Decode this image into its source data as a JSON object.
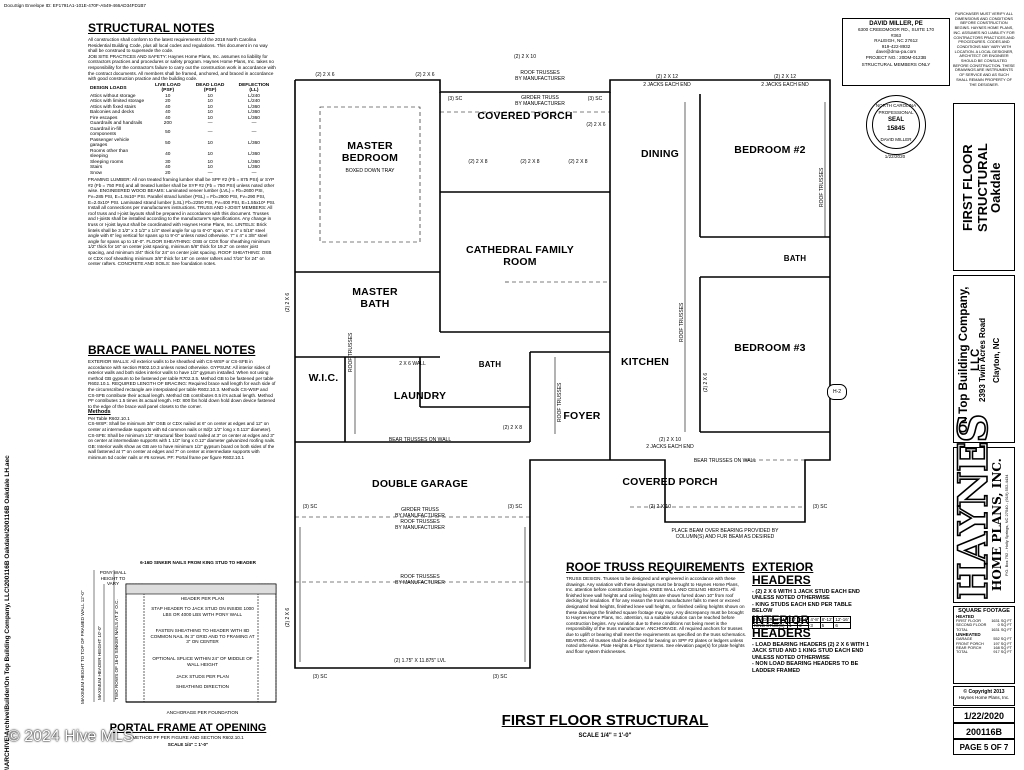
{
  "envelope_id": "DocuSign Envelope ID: EF1791A1-101E-470F-A549-466AD34FD1B7",
  "side_path": "\\\\ARCHIVE\\Archive\\Builder\\On Top Building Company, LLC\\200116B Oakdale\\200116B Oakdale LH.aec",
  "structural_notes": {
    "title": "STRUCTURAL NOTES",
    "intro": "All construction shall conform to the latest requirements of the 2018 North Carolina Residential Building Code, plus all local codes and regulations. This document in no way shall be construed to supersede the code.",
    "job_site": "JOB SITE PRACTICES AND SAFETY: Haynes Home Plans, Inc. assumes no liability for contractors practices and procedures or safety program. Haynes Home Plans, Inc. takes no responsibility for the contractor's failure to carry out the construction work in accordance with the contract documents. All members shall be framed, anchored, and braced in accordance with good construction practice and the building code.",
    "loads_caption": "DESIGN LOADS",
    "loads_headers": [
      "",
      "LIVE LOAD (PSF)",
      "DEAD LOAD (PSF)",
      "DEFLECTION (LL)"
    ],
    "loads_rows": [
      [
        "Attics without storage",
        "10",
        "10",
        "L/240"
      ],
      [
        "Attics with limited storage",
        "20",
        "10",
        "L/240"
      ],
      [
        "Attics with fixed stairs",
        "40",
        "10",
        "L/360"
      ],
      [
        "Balconies and decks",
        "40",
        "10",
        "L/360"
      ],
      [
        "Fire escapes",
        "40",
        "10",
        "L/360"
      ],
      [
        "Guardrails and handrails",
        "200",
        "—",
        "—"
      ],
      [
        "Guardrail in-fill components",
        "50",
        "—",
        "—"
      ],
      [
        "Passenger vehicle garages",
        "50",
        "10",
        "L/360"
      ],
      [
        "Rooms other than sleeping",
        "40",
        "10",
        "L/360"
      ],
      [
        "Sleeping rooms",
        "30",
        "10",
        "L/360"
      ],
      [
        "Stairs",
        "40",
        "10",
        "L/360"
      ],
      [
        "Snow",
        "20",
        "—",
        "—"
      ]
    ],
    "body": "FRAMING LUMBER: All non treated framing lumber shall be SPF #2 (Fb = 875 PSI) or SYP #2 (Fb = 750 PSI) and all treated lumber shall be SYP #2 (Fb = 750 PSI) unless noted other wise. ENGINEERED WOOD BEAMS: Laminated veneer lumber (LVL) = Fb=2600 PSI, Fv=285 PSI, E=1.9x10⁶ PSI. Parallel strand lumber (PSL) = Fb=2900 PSI, Fv=290 PSI, E=2.0x10⁶ PSI. Laminated strand lumber (LSL) Fb=2250 PSI, Fv=400 PSI, E=1.55x10⁶ PSI. Install all connections per manufacturers instructions. TRUSS AND I-JOIST MEMBERS: All roof truss and I-joist layouts shall be prepared in accordance with this document. Trusses and I-joists shall be installed according to the manufacturer's specifications. Any change in truss or I-joist layout shall be coordinated with Haynes Home Plans, Inc. LINTELS: Brick lintels shall be 3 1/2\" x 3 1/2\" x 1/4\" steel angle for up to 6'-0\" span. 6\" x 4\" x 5/16\" steel angle with 6\" leg vertical for spans up to 9'-0\" unless noted otherwise. 7\" x 4\" x 3/8\" steel angle for spans up to 16'-0\". FLOOR SHEATHING: OSB or CDX floor sheathing minimum 1/2\" thick for 16\" on center joist spacing, minimum 5/8\" thick for 19.2\" on center joist spacing, and minimum 3/4\" thick for 24\" on center joist spacing. ROOF SHEATHING: OSB or CDX roof sheathing minimum 3/8\" thick for 16\" on center rafters and 7/16\" for 24\" on center rafters. CONCRETE AND SOILS: See foundation notes."
  },
  "brace_wall": {
    "title": "BRACE WALL PANEL NOTES",
    "body": "EXTERIOR WALLS: All exterior walls to be sheathed with CS-WSP or CS-SFB in accordance with section R602.10.3 unless noted otherwise. GYPSUM: All interior sides of exterior walls and both sides interior walls to have 1/2\" gypsum installed. When not using method GB gypsum to be fastened per table R702.3.5. Method GB to be fastened per table R602.10.1. REQUIRED LENGTH OF BRACING: Required brace wall length for each side of the circumscribed rectangle are interpolated per table R602.10.3. Methods CS-WSP and CS-SFB contribute their actual length. Method GB contributes 0.5 it's actual length. Method PF contributes 1.5 times its actual length. HD: 800 lbs hold down hold down device fastened to the edge of the brace wall panel closets to the corner.",
    "methods_title": "Methods",
    "methods_ref": "Per Table R602.10.1",
    "methods": "CS-WSP: Shall be minimum 3/8\" OSB or CDX nailed at 6\" on center at edges and 12\" on center at intermediate supports with 6d common nails or 8d(2 1/2\" long x 0.113\" diameter). CS-SFB: Shall be minimum 1/2\" structural fiber board nailed at 3\" on center at edges and 3\" on center at intermediate supports with 1 1/2\" long x 0.12\" diameter galvanized roofing nails. GB: Interior walls show as GB are to have minimum 1/2\" gypsum board on both sides of the wall fastened at 7\" on center at edges and 7\" on center at intermediate supports with minimum 5d cooler nails or #6 screws. PF: Portal frame per figure R602.10.1"
  },
  "portal_frame": {
    "title": "PORTAL FRAME AT OPENING",
    "sub": "METHOD PF PER FIGURE AND SECTION R602.10.1",
    "scale": "SCALE 1/4\" = 1'-0\"",
    "top_label": "6-16D SINKER NAILS FROM KING STUD TO HEADER",
    "pony": "PONY WALL HEIGHT TO VARY",
    "labels": [
      "HEADER PER PLAN",
      "STAP HEADER TO JACK STUD ON INSIDE 1000 LBS OR 4000 LBS WITH PONY WALL",
      "FASTEN SHEATHING TO HEADER WITH 8D COMMON NAIL IN 3\" GRID AND TO FRAMING AT 3\" ON CENTER",
      "OPTIONAL SPLICE WITHIN 24\" OF MIDDLE OF WALL HEIGHT",
      "JACK STUDS PER PLAN",
      "SHEATHING DIRECTION",
      "ANCHORAGE PER FOUNDATION"
    ],
    "left_v1": "MAXIMUM HEIGHT TO TOP OF FRAMED WALL 12'-0\"",
    "left_v2": "MAXIMUM HEADER HEIGHT 10'-0\"",
    "left_v3": "TWO ROWS OF 16-D SINKER NAILS AT 3\" O.C."
  },
  "plan": {
    "rooms": [
      "COVERED PORCH",
      "MASTER BEDROOM",
      "DINING",
      "BEDROOM #2",
      "CATHEDRAL FAMILY ROOM",
      "MASTER BATH",
      "BATH",
      "BEDROOM #3",
      "W.I.C.",
      "BATH",
      "LAUNDRY",
      "KITCHEN",
      "FOYER",
      "DOUBLE GARAGE",
      "COVERED PORCH"
    ],
    "boxed_tray": "BOXED DOWN TRAY",
    "headers": {
      "h1": "(2) 2 X 6",
      "h2": "(2) 2 X 6",
      "h3": "(2) 2 X 10",
      "h4": "(2) 2 X 12",
      "h4b": "2 JACKS EACH END",
      "h5": "(2) 2 X 12",
      "h5b": "2 JACKS EACH END",
      "h6": "(2) 2 X 8",
      "h7": "(2) 2 X 8",
      "h8": "(2) 2 X 8",
      "h9": "(2) 2 X 6",
      "h10": "2 X 6 WALL",
      "h11": "(2) 2 X 8",
      "h12": "(2) 2 X 10",
      "h12b": "2 JACKS EACH END",
      "h13": "(2) 2 X 10",
      "h14": "(2) 1.75\" X 11.875\" LVL",
      "h15": "(2) 2 X 6",
      "h16": "(2) 2 X 6",
      "h17": "(2) 2 X 6"
    },
    "truss": {
      "roof_top": "ROOF TRUSSES",
      "by_mfr": "BY MANUFACTURER",
      "girder": "GIRDER TRUSS",
      "bear": "BEAR TRUSSES ON WALL",
      "bear2": "BEAR TRUSSES ON WALL",
      "place_beam": "PLACE BEAM OVER BEARING PROVIDED BY COLUMN(S) AND FUR BEAM AS DESIRED",
      "sc": "(3) SC",
      "h2": "H-2"
    },
    "title": "FIRST FLOOR STRUCTURAL",
    "scale": "SCALE 1/4\" = 1'-0\""
  },
  "roof_truss": {
    "title": "ROOF TRUSS REQUIREMENTS",
    "body": "TRUSS DESIGN. Trusses to be designed and engineered in accordance with these drawings. Any variation with these drawings must be brought to Haynes Home Plans, Inc. attention before construction begins. KNEE WALL AND CEILING HEIGHTS. All finished knee wall heights and ceiling heights are shown furred down 10\" from roof decking for insulation. If for any reason the truss manufacturer fails to meet or exceed designated heal heights, finished knee wall heights, or finished ceiling heights shown on these drawings the finished square footage may vary. Any discrepancy must be brought to Haynes Home Plans, Inc. attention, so a suitable solution can be reached before construction begins. Any variation due to these conditions not being meet is the responsibility of the truss manufacturer. ANCHORAGE. All required anchors for trusses due to uplift or bearing shall meet the requirements as specified on the truss schematics. BEARING. All trusses shall be designed for bearing on SPF #2 plates or ledgers unless noted otherwise. Plate Heights & Floor Systems. See elevation page(s) for plate heights and floor system thicknesses."
  },
  "exterior_headers": {
    "title": "EXTERIOR HEADERS",
    "l1": "- (2) 2 X 6 WITH 1 JACK STUD EACH END UNLESS NOTED OTHERWISE",
    "l2": "- KING STUDS EACH END PER TABLE BELOW",
    "row1": [
      "HEADER SPAN",
      "< 3'",
      "3'-4'",
      "4'-8'",
      "8'-12'",
      "12'-16'"
    ],
    "row2": [
      "KING STUD(S)",
      "1",
      "2",
      "3",
      "5",
      "6"
    ]
  },
  "interior_headers": {
    "title": "INTERIOR HEADERS",
    "l1": "- LOAD BEARING HEADERS (2) 2 X 6 WITH 1 JACK STUD AND 1 KING STUD EACH END UNLESS NOTED OTHERWISE",
    "l2": "- NON LOAD BEARING HEADERS TO BE LADDER FRAMED"
  },
  "engineer": {
    "name": "DAVID MILLER, PE",
    "addr1": "6300 CREEDMOOR RD., SUITE 170",
    "addr2": "#363",
    "addr3": "RALEIGH, NC 27612",
    "phone": "919-422-8932",
    "email": "dave@dma-pa.com",
    "project": "PROJECT NO.: 20DM-0123B",
    "only": "STRUCTURAL MEMBERS ONLY",
    "seal_top": "NORTH CAROLINA",
    "seal_mid": "PROFESSIONAL",
    "seal_label": "SEAL",
    "seal_num": "15845",
    "seal_bot": "DAVID MILLER",
    "seal_date": "1/22/2020"
  },
  "disclaimer": "PURCHASER MUST VERIFY ALL DIMENSIONS AND CONDITIONS BEFORE CONSTRUCTION BEGINS. HAYNES HOME PLANS, INC. ASSUMES NO LIABILITY FOR CONTRACTORS PRACTICES AND PROCEDURES. CODES AND CONDITIONS MAY VARY WITH LOCATION. A LOCAL DESIGNER, ARCHITECT OR ENGINEER SHOULD BE CONSULTED BEFORE CONSTRUCTION. THESE DRAWINGS ARE INSTRUMENTS OF SERVICE AND AS SUCH SHALL REMAIN PROPERTY OF THE DESIGNER.",
  "sheet_title": "FIRST FLOOR STRUCTURAL",
  "plan_name": "Oakdale",
  "builder": "On Top Building Company, LLC",
  "builder_addr1": "2393 Twin Acres Road",
  "builder_addr2": "Clayton, NC",
  "logo_top": "HAYNES",
  "logo_bot": "HOME PLANS, INC.",
  "logo_contact": "P.O. Box 792 - Holly Springs, NC 27540 - (919) 552-4434",
  "sqft_title": "SQUARE FOOTAGE",
  "sqft_heated": "HEATED",
  "sqft_rows": [
    [
      "FIRST FLOOR",
      "1631 SQ FT"
    ],
    [
      "SECOND FLOOR",
      "0 SQ FT"
    ],
    [
      "TOTAL",
      "1631 SQ FT"
    ]
  ],
  "sqft_unheated": "UNHEATED",
  "sqft_rows2": [
    [
      "GARAGE",
      "552 SQ FT"
    ],
    [
      "FRONT PORCH",
      "197 SQ FT"
    ],
    [
      "REAR PORCH",
      "168 SQ FT"
    ],
    [
      "TOTAL",
      "917 SQ FT"
    ]
  ],
  "copyright": "© Copyright 2013",
  "copyright2": "Haynes Home Plans, Inc.",
  "date": "1/22/2020",
  "job": "200116B",
  "page": "PAGE 5 OF 7",
  "watermark": "© 2024 Hive MLS"
}
